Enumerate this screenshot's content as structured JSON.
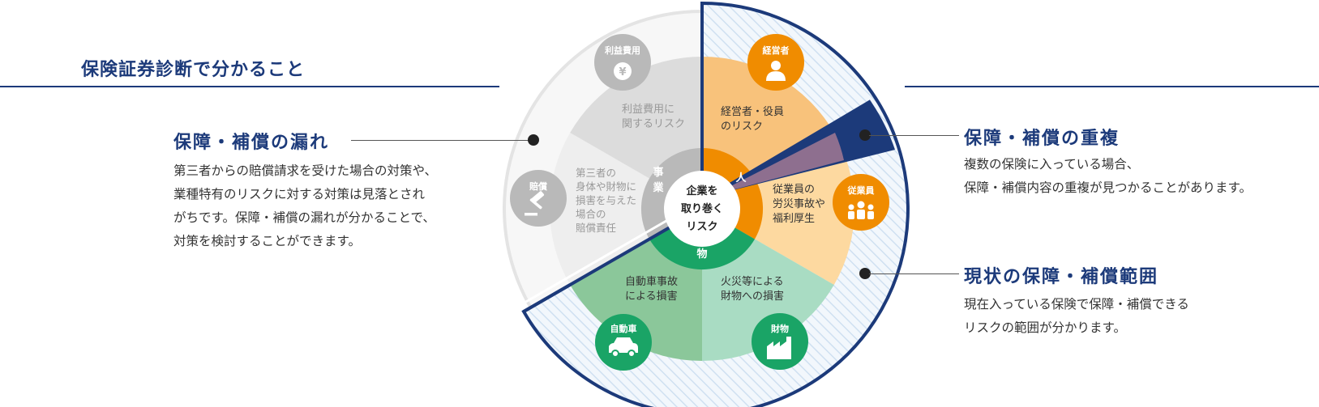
{
  "page": {
    "title": "保険証券診断で分かること"
  },
  "sections": {
    "gap": {
      "title": "保障・補償の漏れ",
      "lines": [
        "第三者からの賠償請求を受けた場合の対策や、",
        "業種特有のリスクに対する対策は見落とされ",
        "がちです。保障・補償の漏れが分かることで、",
        "対策を検討することができます。"
      ]
    },
    "overlap": {
      "title": "保障・補償の重複",
      "lines": [
        "複数の保険に入っている場合、",
        "保障・補償内容の重複が見つかることがあります。"
      ]
    },
    "coverage": {
      "title": "現状の保障・補償範囲",
      "lines": [
        "現在入っている保険で保障・補償できる",
        "リスクの範囲が分かります。"
      ]
    }
  },
  "diagram": {
    "center": {
      "lines": [
        "企業を",
        "取り巻く",
        "リスク"
      ]
    },
    "inner_labels": {
      "business": "事業",
      "person": "人",
      "property": "物"
    },
    "segments": {
      "executive": {
        "lines": [
          "経営者・役員",
          "のリスク"
        ],
        "badge": "経営者",
        "color": "#f8c27b",
        "icon": "person-icon"
      },
      "employee": {
        "lines": [
          "従業員の",
          "労災事故や",
          "福利厚生"
        ],
        "badge": "従業員",
        "color": "#fdd9a0",
        "icon": "group-icon"
      },
      "fire": {
        "lines": [
          "火災等による",
          "財物への損害"
        ],
        "badge": "財物",
        "color": "#a9dcc3",
        "icon": "factory-icon"
      },
      "auto": {
        "lines": [
          "自動車事故",
          "による損害"
        ],
        "badge": "自動車",
        "color": "#8bc79a",
        "icon": "car-icon"
      },
      "liability": {
        "lines": [
          "第三者の",
          "身体や財物に",
          "損害を与えた",
          "場合の",
          "賠償責任"
        ],
        "badge": "賠償",
        "color": "#eeeeee",
        "icon": "gavel-icon"
      },
      "profit": {
        "lines": [
          "利益費用に",
          "関するリスク"
        ],
        "badge": "利益費用",
        "color": "#dcdcdc",
        "icon": "yen-icon"
      }
    },
    "colors": {
      "navy": "#1c3a7a",
      "orange": "#f08c00",
      "green": "#1aa466",
      "gray": "#b9b9b9",
      "overlap": "#8e6f8f"
    }
  }
}
